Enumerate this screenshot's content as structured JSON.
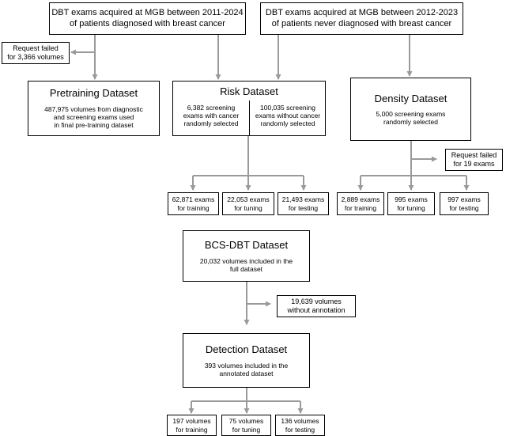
{
  "sources": {
    "cancer": "DBT exams acquired at MGB between 2011-2024\nof patients diagnosed with breast cancer",
    "no_cancer": "DBT exams acquired at MGB between 2012-2023\nof patients never diagnosed with breast cancer"
  },
  "side_notes": {
    "request_failed_volumes": "Request failed\nfor 3,366 volumes",
    "request_failed_exams": "Request failed\nfor 19 exams",
    "without_annotation": "19,639 volumes\nwithout annotation"
  },
  "pretraining": {
    "title": "Pretraining Dataset",
    "desc": "487,975 volumes from diagnostic\nand screening exams used\nin final pre-training dataset"
  },
  "risk": {
    "title": "Risk Dataset",
    "left": "6,382 screening\nexams with cancer\nrandomly selected",
    "right": "100,035 screening\nexams without cancer\nrandomly selected",
    "splits": [
      "62,871 exams\nfor training",
      "22,053 exams\nfor tuning",
      "21,493 exams\nfor testing"
    ]
  },
  "density": {
    "title": "Density Dataset",
    "desc": "5,000 screening exams\nrandomly selected",
    "splits": [
      "2,889 exams\nfor training",
      "995 exams\nfor tuning",
      "997 exams\nfor testing"
    ]
  },
  "bcs": {
    "title": "BCS-DBT Dataset",
    "desc": "20,032 volumes included in the\nfull dataset"
  },
  "detection": {
    "title": "Detection Dataset",
    "desc": "393 volumes included in the\nannotated dataset",
    "splits": [
      "197 volumes\nfor training",
      "75 volumes\nfor tuning",
      "136 volumes\nfor testing"
    ]
  }
}
